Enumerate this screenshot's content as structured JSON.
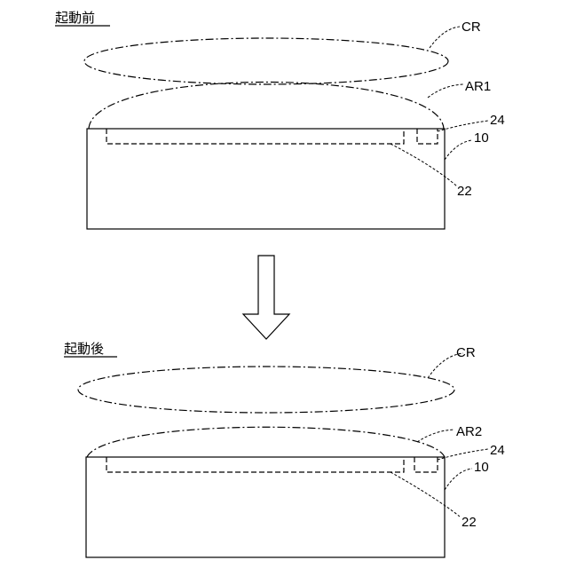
{
  "before": {
    "title": "起動前",
    "labels": {
      "cr": "CR",
      "ar": "AR1",
      "n24": "24",
      "n10": "10",
      "n22": "22"
    }
  },
  "after": {
    "title": "起動後",
    "labels": {
      "cr": "CR",
      "ar": "AR2",
      "n24": "24",
      "n10": "10",
      "n22": "22"
    }
  }
}
